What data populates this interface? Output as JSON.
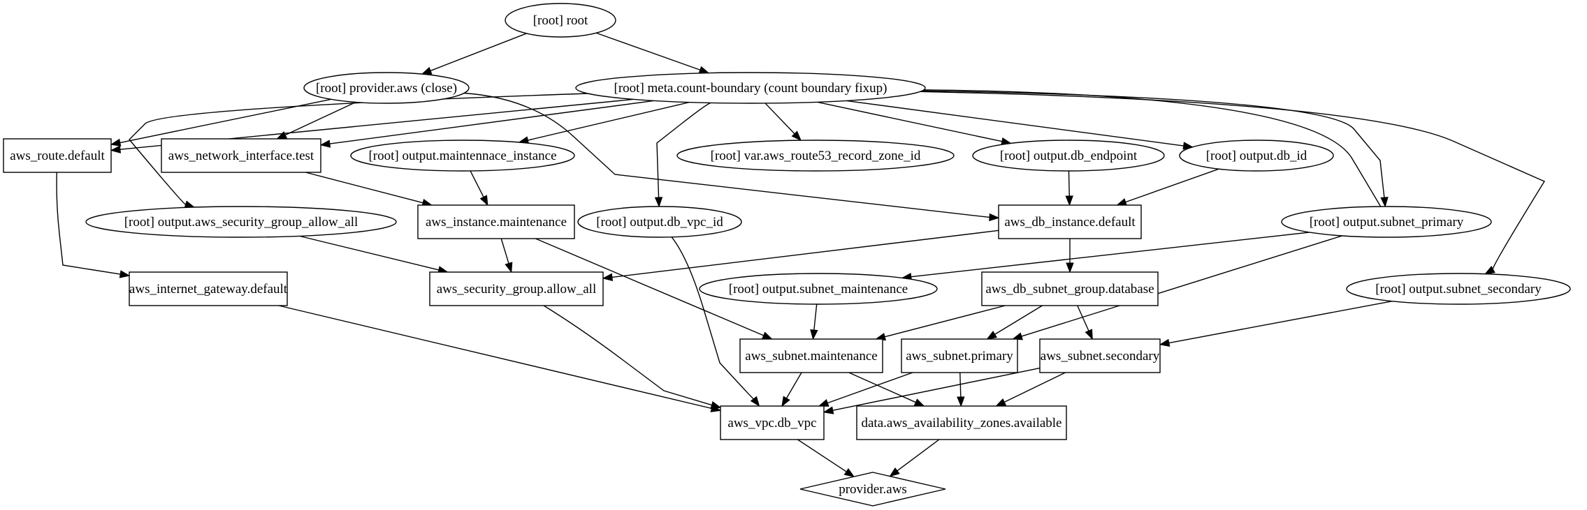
{
  "nodes": {
    "root": "[root] root",
    "provider_close": "[root] provider.aws (close)",
    "meta_count": "[root] meta.count-boundary (count boundary fixup)",
    "route_default": "aws_route.default",
    "network_interface": "aws_network_interface.test",
    "out_maint_instance": "[root] output.maintennace_instance",
    "var_route53": "[root] var.aws_route53_record_zone_id",
    "out_db_endpoint": "[root] output.db_endpoint",
    "out_db_id": "[root] output.db_id",
    "out_sg_allow_all": "[root] output.aws_security_group_allow_all",
    "instance_maint": "aws_instance.maintenance",
    "out_db_vpc_id": "[root] output.db_vpc_id",
    "db_instance": "aws_db_instance.default",
    "out_subnet_primary": "[root] output.subnet_primary",
    "igw": "aws_internet_gateway.default",
    "sg_allow_all": "aws_security_group.allow_all",
    "out_subnet_maint": "[root] output.subnet_maintenance",
    "db_subnet_group": "aws_db_subnet_group.database",
    "out_subnet_secondary": "[root] output.subnet_secondary",
    "subnet_maint": "aws_subnet.maintenance",
    "subnet_primary": "aws_subnet.primary",
    "subnet_secondary": "aws_subnet.secondary",
    "vpc": "aws_vpc.db_vpc",
    "az": "data.aws_availability_zones.available",
    "provider_aws": "provider.aws"
  },
  "edges": [
    [
      "root",
      "provider_close"
    ],
    [
      "root",
      "meta_count"
    ],
    [
      "provider_close",
      "route_default"
    ],
    [
      "provider_close",
      "network_interface"
    ],
    [
      "provider_close",
      "db_instance"
    ],
    [
      "meta_count",
      "route_default"
    ],
    [
      "meta_count",
      "network_interface"
    ],
    [
      "meta_count",
      "out_maint_instance"
    ],
    [
      "meta_count",
      "var_route53"
    ],
    [
      "meta_count",
      "out_db_endpoint"
    ],
    [
      "meta_count",
      "out_db_id"
    ],
    [
      "meta_count",
      "out_sg_allow_all"
    ],
    [
      "meta_count",
      "out_db_vpc_id"
    ],
    [
      "meta_count",
      "out_subnet_maint"
    ],
    [
      "meta_count",
      "out_subnet_primary"
    ],
    [
      "meta_count",
      "out_subnet_secondary"
    ],
    [
      "route_default",
      "igw"
    ],
    [
      "network_interface",
      "instance_maint"
    ],
    [
      "out_maint_instance",
      "instance_maint"
    ],
    [
      "out_db_endpoint",
      "db_instance"
    ],
    [
      "out_db_id",
      "db_instance"
    ],
    [
      "out_sg_allow_all",
      "sg_allow_all"
    ],
    [
      "instance_maint",
      "sg_allow_all"
    ],
    [
      "instance_maint",
      "subnet_maint"
    ],
    [
      "db_instance",
      "sg_allow_all"
    ],
    [
      "db_instance",
      "db_subnet_group"
    ],
    [
      "out_db_vpc_id",
      "vpc"
    ],
    [
      "out_subnet_primary",
      "subnet_primary"
    ],
    [
      "out_subnet_maint",
      "subnet_maint"
    ],
    [
      "db_subnet_group",
      "subnet_maint"
    ],
    [
      "db_subnet_group",
      "subnet_primary"
    ],
    [
      "db_subnet_group",
      "subnet_secondary"
    ],
    [
      "out_subnet_secondary",
      "subnet_secondary"
    ],
    [
      "igw",
      "vpc"
    ],
    [
      "sg_allow_all",
      "vpc"
    ],
    [
      "subnet_maint",
      "vpc"
    ],
    [
      "subnet_maint",
      "az"
    ],
    [
      "subnet_primary",
      "vpc"
    ],
    [
      "subnet_primary",
      "az"
    ],
    [
      "subnet_secondary",
      "vpc"
    ],
    [
      "subnet_secondary",
      "az"
    ],
    [
      "vpc",
      "provider_aws"
    ],
    [
      "az",
      "provider_aws"
    ]
  ]
}
